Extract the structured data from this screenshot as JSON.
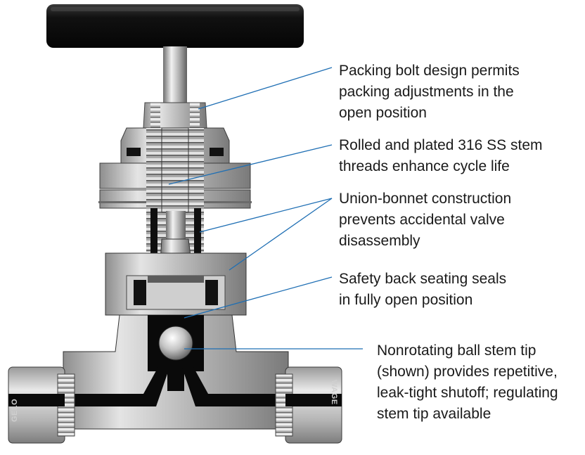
{
  "callouts": [
    {
      "id": "packing-bolt",
      "lines": [
        "Packing bolt design permits",
        "packing adjustments in the",
        "open position"
      ]
    },
    {
      "id": "stem-threads",
      "lines": [
        "Rolled and plated 316 SS stem",
        "threads enhance cycle life"
      ]
    },
    {
      "id": "union-bonnet",
      "lines": [
        "Union-bonnet construction",
        "prevents accidental valve",
        "disassembly"
      ]
    },
    {
      "id": "back-seating",
      "lines": [
        "Safety back seating seals",
        "in fully open position"
      ]
    },
    {
      "id": "stem-tip",
      "lines": [
        "Nonrotating ball stem tip",
        "(shown) provides repetitive,",
        "leak-tight shutoff; regulating",
        "stem tip available"
      ]
    }
  ],
  "fitting_marks": {
    "left": "GELO",
    "right": "WAGE"
  },
  "colors": {
    "leader_line": "#1f6fb4",
    "text": "#1a1a1a",
    "metal": "#c9c9c9",
    "dark": "#0d0d0d"
  }
}
